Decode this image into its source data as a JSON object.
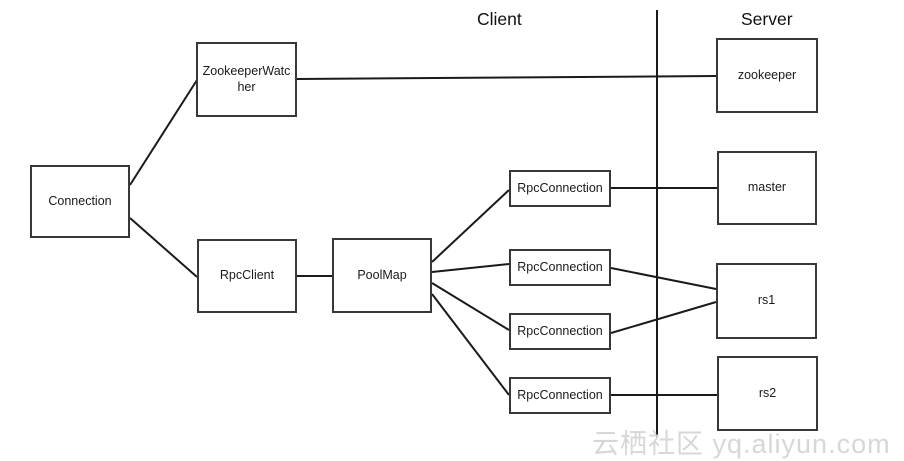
{
  "headers": {
    "client": "Client",
    "server": "Server"
  },
  "nodes": {
    "connection": {
      "label": "Connection"
    },
    "zookeeper_watcher": {
      "label": "ZookeeperWatcher"
    },
    "rpc_client": {
      "label": "RpcClient"
    },
    "pool_map": {
      "label": "PoolMap"
    },
    "rpc_connection_1": {
      "label": "RpcConnection"
    },
    "rpc_connection_2": {
      "label": "RpcConnection"
    },
    "rpc_connection_3": {
      "label": "RpcConnection"
    },
    "rpc_connection_4": {
      "label": "RpcConnection"
    },
    "zookeeper": {
      "label": "zookeeper"
    },
    "master": {
      "label": "master"
    },
    "rs1": {
      "label": "rs1"
    },
    "rs2": {
      "label": "rs2"
    }
  },
  "edges": [
    {
      "from": "Connection",
      "to": "ZookeeperWatcher"
    },
    {
      "from": "Connection",
      "to": "RpcClient"
    },
    {
      "from": "ZookeeperWatcher",
      "to": "zookeeper"
    },
    {
      "from": "RpcClient",
      "to": "PoolMap"
    },
    {
      "from": "PoolMap",
      "to": "RpcConnection#1"
    },
    {
      "from": "PoolMap",
      "to": "RpcConnection#2"
    },
    {
      "from": "PoolMap",
      "to": "RpcConnection#3"
    },
    {
      "from": "PoolMap",
      "to": "RpcConnection#4"
    },
    {
      "from": "RpcConnection#1",
      "to": "master"
    },
    {
      "from": "RpcConnection#2",
      "to": "rs1"
    },
    {
      "from": "RpcConnection#3",
      "to": "rs1"
    },
    {
      "from": "RpcConnection#4",
      "to": "rs2"
    }
  ],
  "separator": {
    "between": [
      "Client",
      "Server"
    ]
  },
  "watermark": {
    "text": "云栖社区 yq.aliyun.com"
  },
  "colors": {
    "background": "#ffffff",
    "box_border": "#383838",
    "line": "#1a1a1a",
    "text": "#1a1a1a",
    "watermark": "#d7d7d7"
  }
}
